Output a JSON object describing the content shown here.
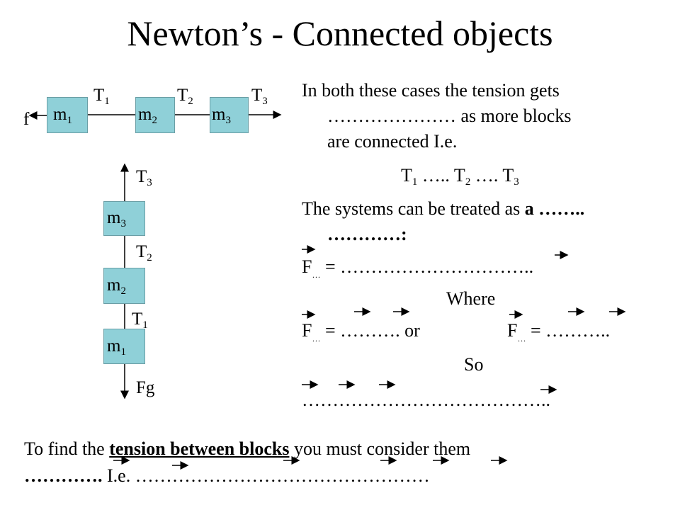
{
  "slide": {
    "title": "Newton’s - Connected objects",
    "horizontal_diagram": {
      "friction": "f",
      "blocks": [
        {
          "mass": "m",
          "sub": "1"
        },
        {
          "mass": "m",
          "sub": "2"
        },
        {
          "mass": "m",
          "sub": "3"
        }
      ],
      "tensions": [
        {
          "name": "T",
          "sub": "1"
        },
        {
          "name": "T",
          "sub": "2"
        },
        {
          "name": "T",
          "sub": "3"
        }
      ]
    },
    "vertical_diagram": {
      "blocks": [
        {
          "mass": "m",
          "sub": "3"
        },
        {
          "mass": "m",
          "sub": "2"
        },
        {
          "mass": "m",
          "sub": "1"
        }
      ],
      "tensions": [
        {
          "name": "T",
          "sub": "3"
        },
        {
          "name": "T",
          "sub": "2"
        },
        {
          "name": "T",
          "sub": "1"
        }
      ],
      "gravity": "Fg"
    },
    "right": {
      "line1": "In both these cases the tension gets",
      "line2": "………………… as more blocks",
      "line3": "are connected I.e.",
      "tension_compare": {
        "t1": "T",
        "t1_sub": "1",
        "gap1": " ….. ",
        "t2": "T",
        "t2_sub": "2",
        "gap2": " …. ",
        "t3": "T",
        "t3_sub": "3"
      },
      "line4": "The systems can be treated as",
      "line4_bold": "a ……..",
      "line5_bold": "…………:",
      "fnet": {
        "f": "F",
        "sub": "…",
        "rest": " = ………………………….."
      },
      "where": "Where",
      "f_a": {
        "f": "F",
        "sub": "…",
        "rest": " = ………. or"
      },
      "f_b": {
        "f": "F",
        "sub": "…",
        "rest": " = ……….."
      },
      "so": "So",
      "so_line": "………………………………….."
    },
    "bottom": {
      "pre": "To find the",
      "bold": "tension between blocks",
      "post": "you must consider them",
      "line2_bold": "………….",
      "line2": "I.e.   …………………………………………"
    },
    "colors": {
      "block": "#8fd0d8",
      "line": "#000000"
    }
  }
}
